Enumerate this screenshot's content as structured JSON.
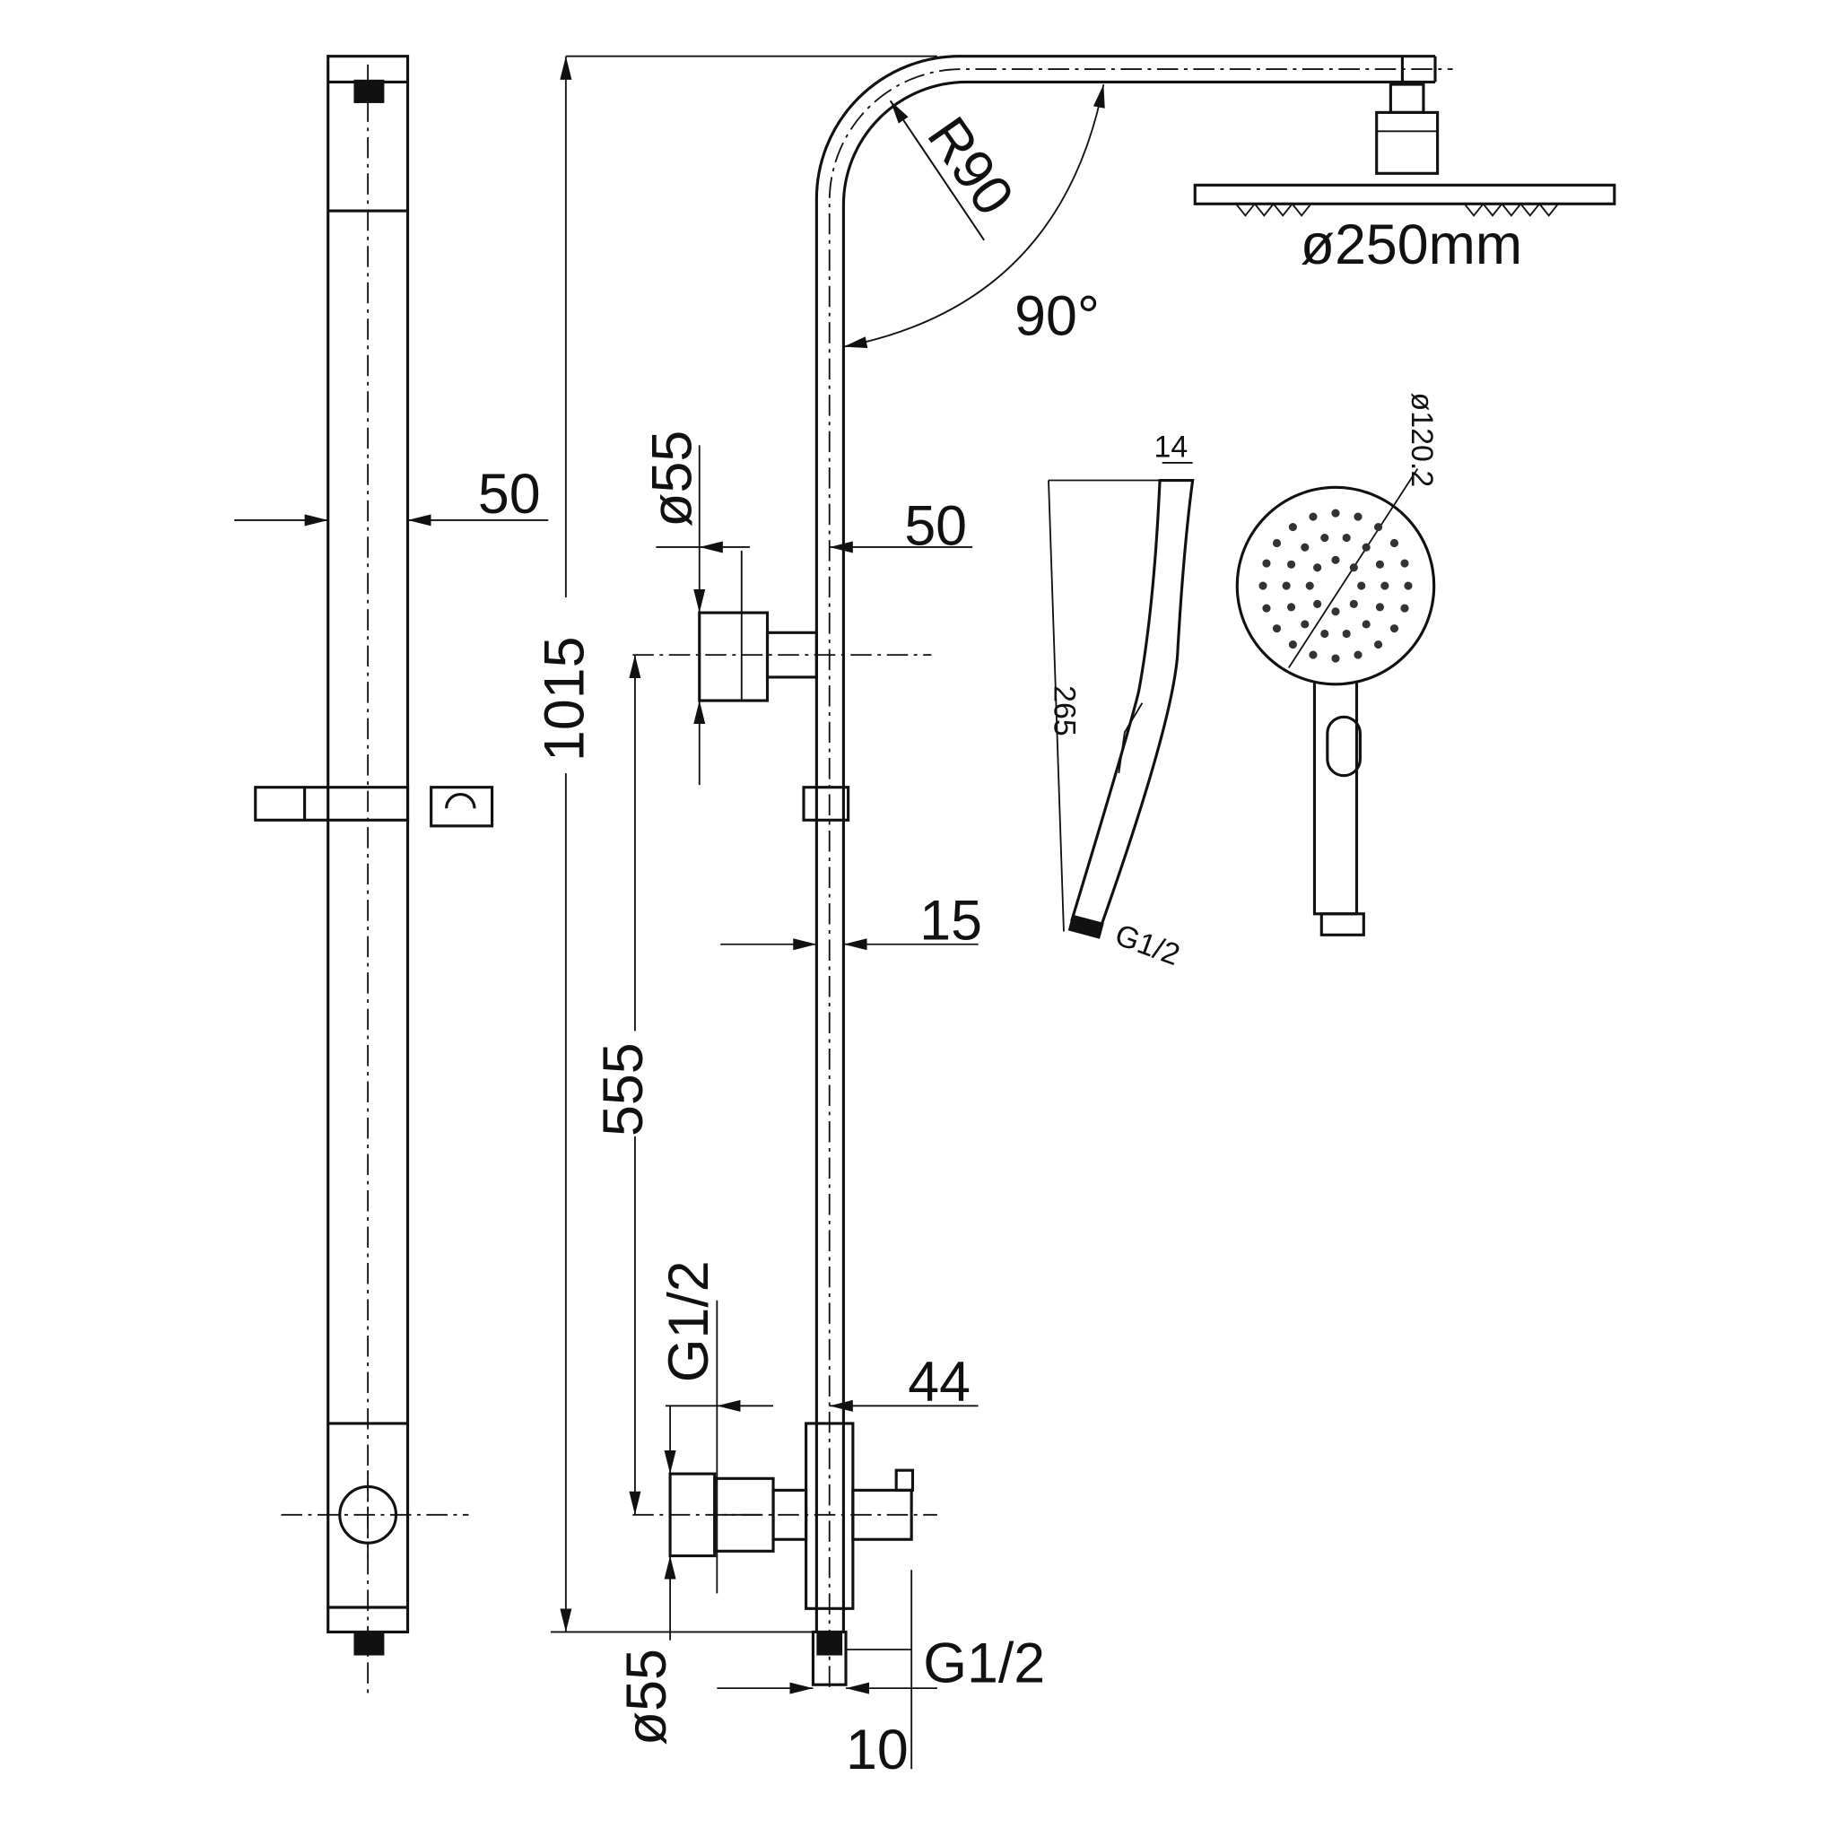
{
  "title": "Shower rail set technical drawing",
  "dimensions": {
    "rail_width": "50",
    "total_height": "1015",
    "bend_radius": "R90",
    "bend_angle": "90°",
    "head_diameter": "ø250mm",
    "bracket_diameter": "ø55",
    "bracket_offset": "50",
    "pipe_diameter": "15",
    "outlet_height": "555",
    "inlet_thread": "G1/2",
    "valve_offset": "44",
    "valve_diameter": "ø55",
    "bottom_offset": "10",
    "bottom_thread": "G1/2",
    "handset_thickness": "14",
    "handset_diameter": "ø120.2",
    "handset_length": "265",
    "handset_thread": "G1/2"
  }
}
